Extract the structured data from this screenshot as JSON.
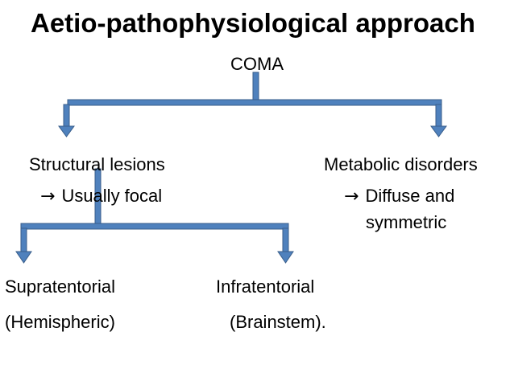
{
  "title": "Aetio-pathophysiological approach",
  "root": "COMA",
  "branches": {
    "structural": {
      "label": "Structural lesions",
      "arrow": "→",
      "note": "Usually focal"
    },
    "metabolic": {
      "label": "Metabolic disorders",
      "arrow": "→",
      "note_line1": "Diffuse and",
      "note_line2": "symmetric"
    }
  },
  "sub_branches": {
    "supra": {
      "label": "Supratentorial",
      "detail": "(Hemispheric)"
    },
    "infra": {
      "label": "Infratentorial",
      "detail": "(Brainstem)."
    }
  },
  "colors": {
    "connector": "#4F81BD",
    "connector_edge": "#385D8A"
  }
}
